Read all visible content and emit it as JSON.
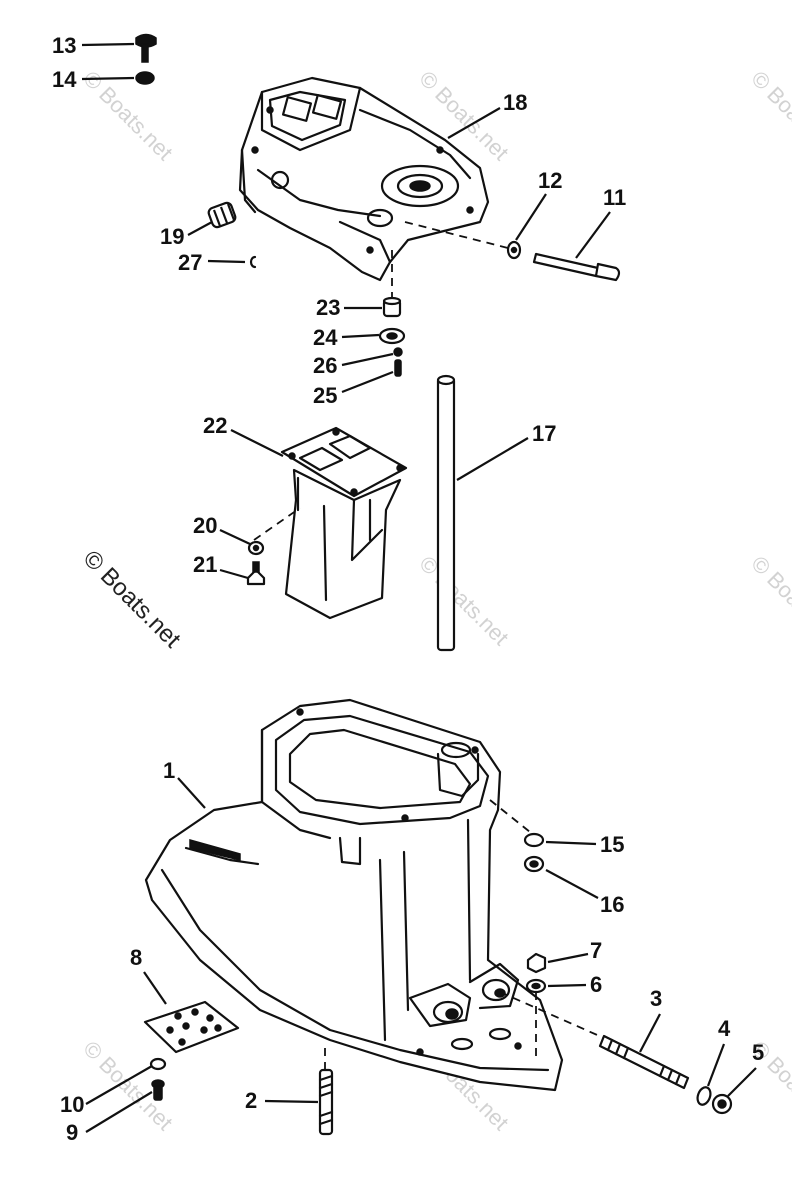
{
  "watermark": {
    "text": "© Boats.net"
  },
  "callouts": {
    "c1": "1",
    "c2": "2",
    "c3": "3",
    "c4": "4",
    "c5": "5",
    "c6": "6",
    "c7": "7",
    "c8": "8",
    "c9": "9",
    "c10": "10",
    "c11": "11",
    "c12": "12",
    "c13": "13",
    "c14": "14",
    "c15": "15",
    "c16": "16",
    "c17": "17",
    "c18": "18",
    "c19": "19",
    "c20": "20",
    "c21": "21",
    "c22": "22",
    "c23": "23",
    "c24": "24",
    "c25": "25",
    "c26": "26",
    "c27": "27"
  },
  "colors": {
    "ink": "#111111",
    "background": "#ffffff",
    "watermark_faint": "#c8c8c8"
  }
}
